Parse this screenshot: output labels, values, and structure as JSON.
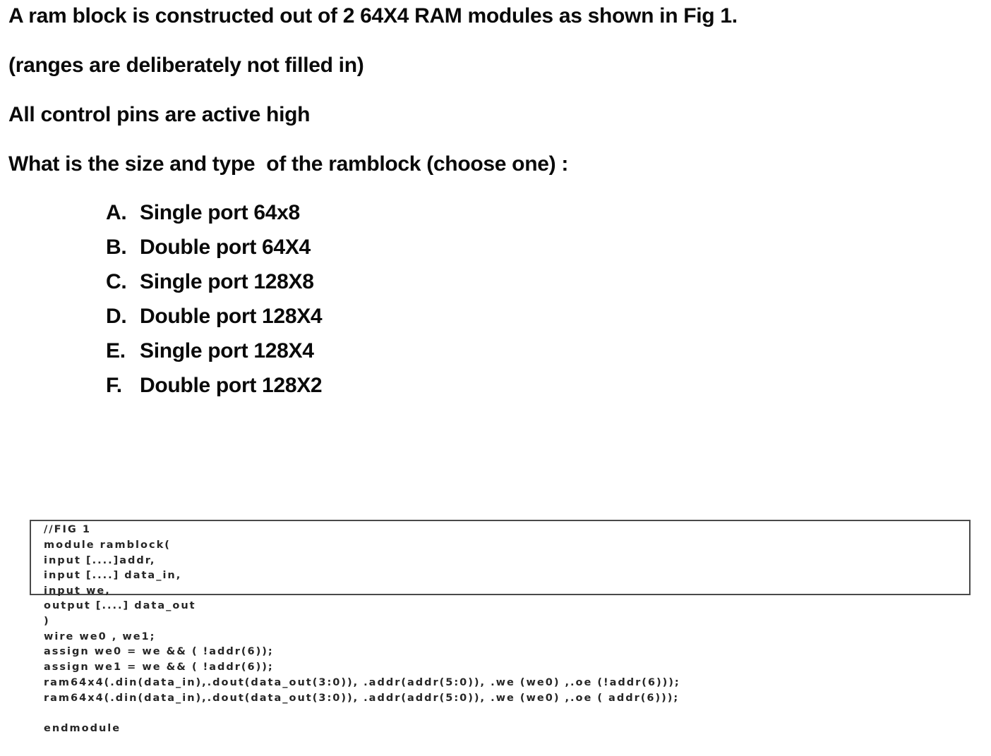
{
  "question": {
    "intro": "A ram block is constructed out of 2 64X4 RAM modules as shown in Fig 1.",
    "note": "(ranges are deliberately not filled in)",
    "condition": "All control pins are active high",
    "prompt": "What is the size and type  of the ramblock (choose one) :",
    "options": [
      {
        "letter": "A.",
        "text": "Single port 64x8"
      },
      {
        "letter": "B.",
        "text": "Double port 64X4"
      },
      {
        "letter": "C.",
        "text": "Single port 128X8"
      },
      {
        "letter": "D.",
        "text": "Double port 128X4"
      },
      {
        "letter": "E.",
        "text": "Single port 128X4"
      },
      {
        "letter": "F.",
        "text": "Double port 128X2"
      }
    ]
  },
  "figure": {
    "caption": "//FIG 1",
    "boxed_lines": [
      "//FIG 1",
      "module ramblock(",
      "input [....]addr,",
      "input [....] data_in,",
      "input we,"
    ],
    "below_lines": [
      "output [....] data_out",
      ")",
      "wire we0 , we1;",
      "assign we0 = we && ( !addr(6));",
      "assign we1 = we && ( !addr(6));",
      "ram64x4(.din(data_in),.dout(data_out(3:0)), .addr(addr(5:0)), .we (we0) ,.oe (!addr(6)));",
      "ram64x4(.din(data_in),.dout(data_out(3:0)), .addr(addr(5:0)), .we (we0) ,.oe ( addr(6)));",
      "",
      "endmodule"
    ]
  },
  "colors": {
    "background": "#ffffff",
    "text": "#0a0a0a",
    "code_text": "#262626",
    "code_box_border": "#4a4a4a"
  }
}
